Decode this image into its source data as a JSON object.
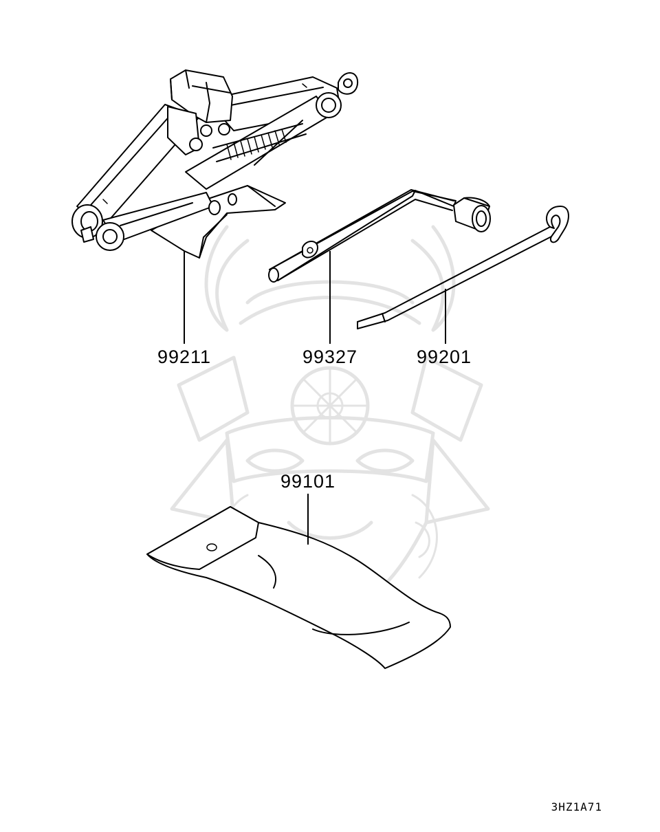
{
  "parts": [
    {
      "id": "jack",
      "number": "99211"
    },
    {
      "id": "wheel-wrench",
      "number": "99327"
    },
    {
      "id": "jack-handle",
      "number": "99201"
    },
    {
      "id": "tool-bag",
      "number": "99101"
    }
  ],
  "figure_code": "3HZ1A71",
  "colors": {
    "line": "#000000",
    "watermark": "#e3e3e3",
    "background": "#ffffff"
  }
}
